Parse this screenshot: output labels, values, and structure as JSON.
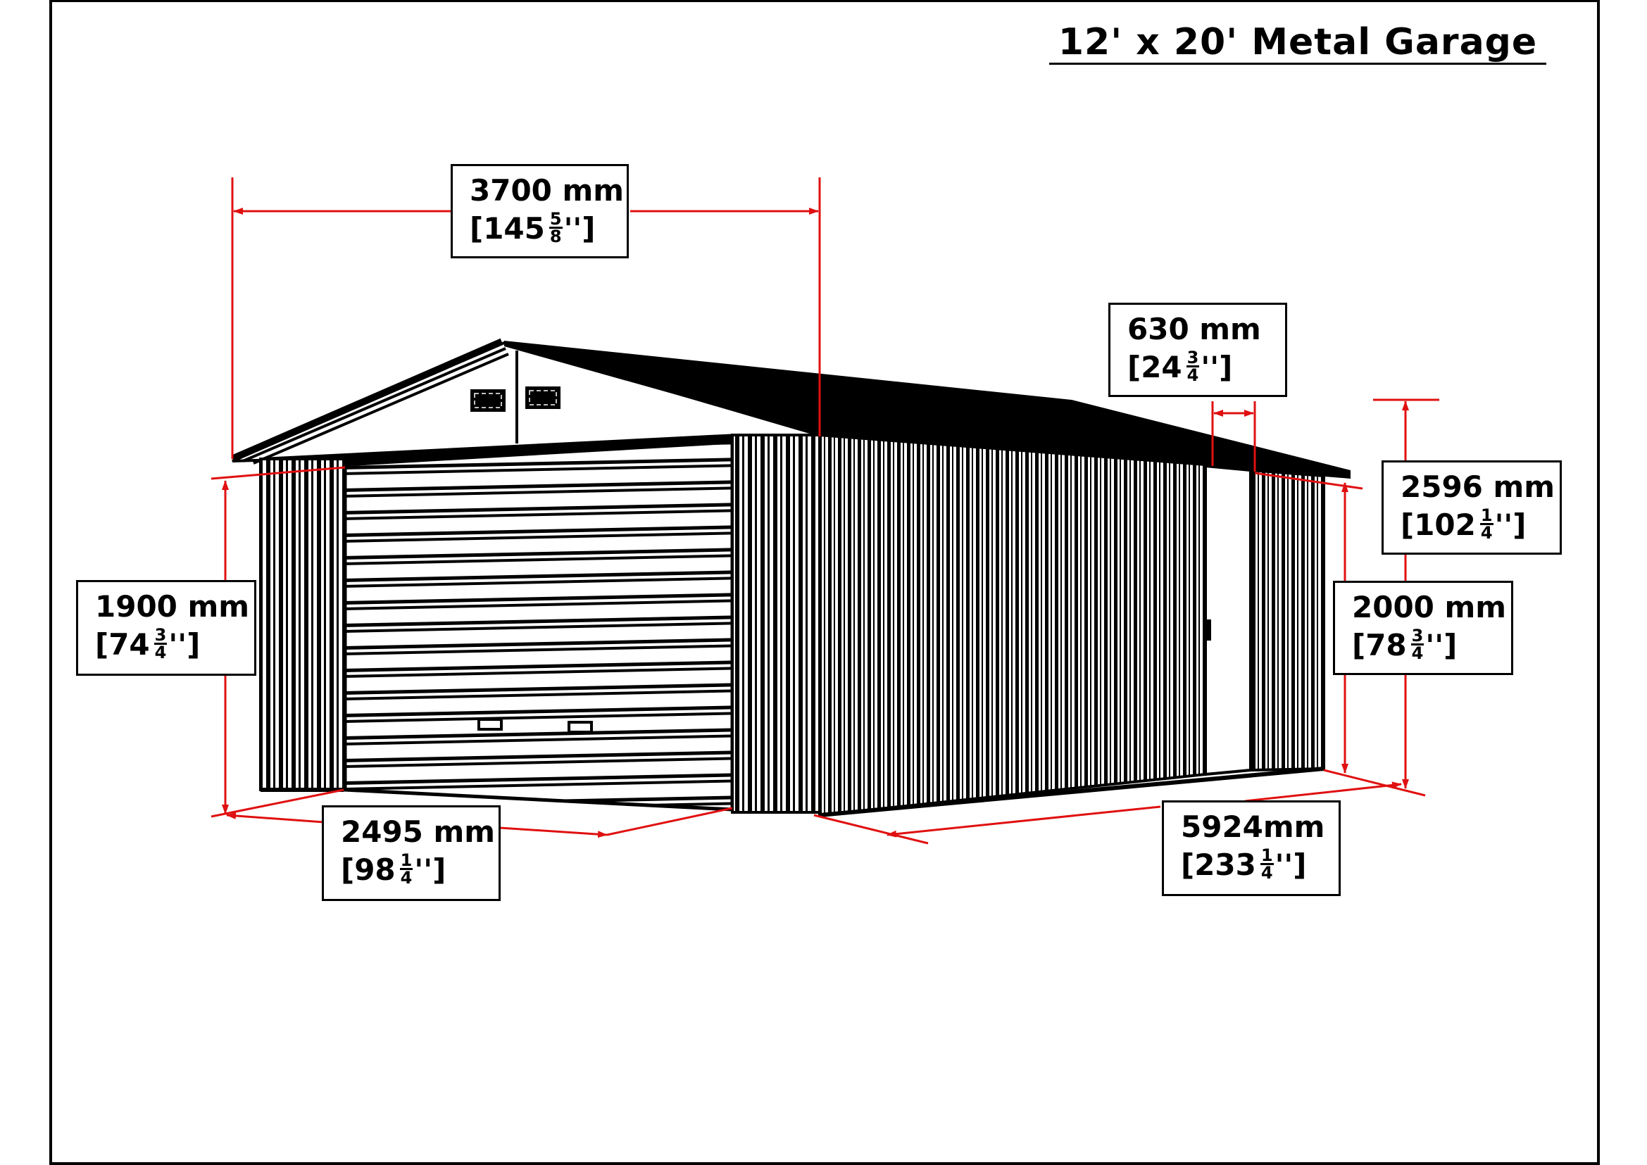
{
  "title": "12' x 20' Metal Garage",
  "colors": {
    "dimension_line": "#e01010",
    "outline": "#000000",
    "background": "#ffffff"
  },
  "dimensions": {
    "roof_width": {
      "mm": "3700 mm",
      "inch_whole": "145",
      "inch_num": "5",
      "inch_den": "8",
      "inch_prefix": "[",
      "inch_suffix": "'']"
    },
    "eave_overhang": {
      "mm": "630 mm",
      "inch_whole": "24",
      "inch_num": "3",
      "inch_den": "4",
      "inch_prefix": "[",
      "inch_suffix": "'']"
    },
    "peak_height": {
      "mm": "2596 mm",
      "inch_whole": "102",
      "inch_num": "1",
      "inch_den": "4",
      "inch_prefix": "[",
      "inch_suffix": "'']"
    },
    "side_wall_height": {
      "mm": "2000 mm",
      "inch_whole": "78",
      "inch_num": "3",
      "inch_den": "4",
      "inch_prefix": "[",
      "inch_suffix": "'']"
    },
    "door_height": {
      "mm": "1900 mm",
      "inch_whole": "74",
      "inch_num": "3",
      "inch_den": "4",
      "inch_prefix": "[",
      "inch_suffix": "'']"
    },
    "door_width": {
      "mm": "2495 mm",
      "inch_whole": "98",
      "inch_num": "1",
      "inch_den": "4",
      "inch_prefix": "[",
      "inch_suffix": "'']"
    },
    "length": {
      "mm": "5924mm",
      "inch_whole": "233",
      "inch_num": "1",
      "inch_den": "4",
      "inch_prefix": "[",
      "inch_suffix": "'']"
    }
  }
}
